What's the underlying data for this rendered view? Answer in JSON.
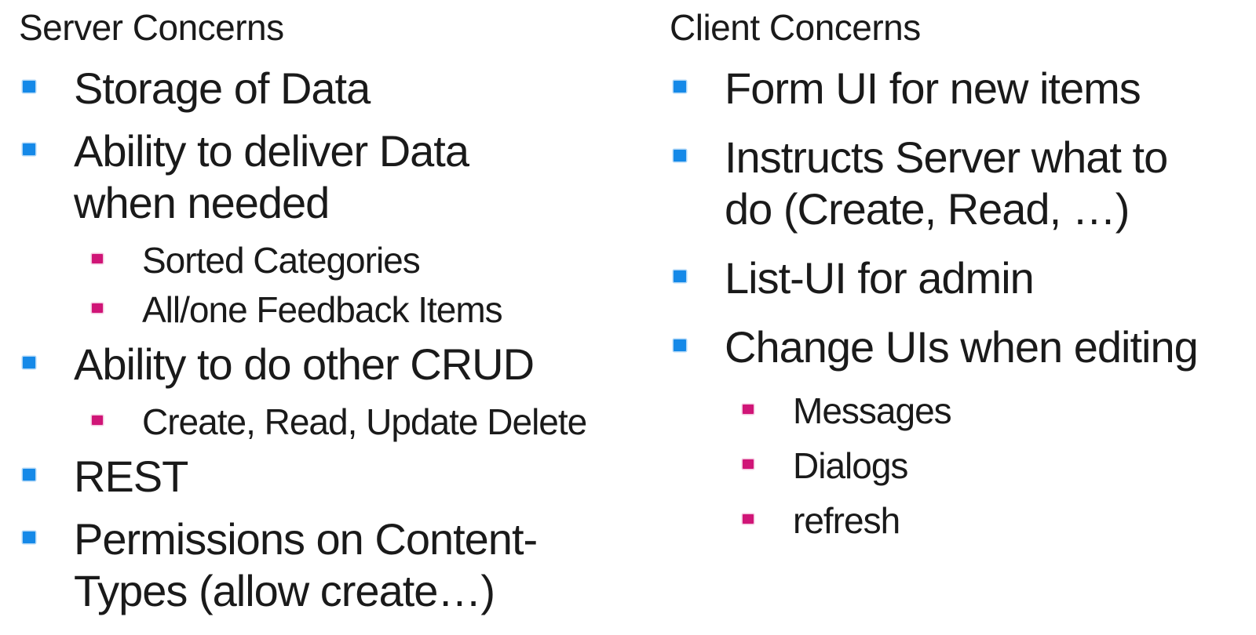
{
  "slide": {
    "background": "#ffffff"
  },
  "colors": {
    "text": "#1a1a1a",
    "bullet_level1": "#1589e8",
    "bullet_level2": "#d01577"
  },
  "icons": {
    "level1_bullet": "blue-square-bullet-icon",
    "level2_bullet": "pink-square-bullet-icon"
  },
  "columns": [
    {
      "heading": "Server Concerns",
      "items": [
        {
          "level": 1,
          "text": "Storage of Data"
        },
        {
          "level": 1,
          "text": "Ability to deliver Data\nwhen needed"
        },
        {
          "level": 2,
          "text": "Sorted Categories"
        },
        {
          "level": 2,
          "text": "All/one Feedback Items"
        },
        {
          "level": 1,
          "text": "Ability to do other CRUD"
        },
        {
          "level": 2,
          "text": "Create, Read, Update Delete"
        },
        {
          "level": 1,
          "text": "REST"
        },
        {
          "level": 1,
          "text": "Permissions on Content-\nTypes (allow create…)"
        }
      ]
    },
    {
      "heading": "Client Concerns",
      "items": [
        {
          "level": 1,
          "text": "Form UI for new items"
        },
        {
          "level": 1,
          "text": "Instructs Server what to\ndo (Create, Read, …)"
        },
        {
          "level": 1,
          "text": "List-UI for admin"
        },
        {
          "level": 1,
          "text": "Change UIs when editing"
        },
        {
          "level": 2,
          "text": "Messages"
        },
        {
          "level": 2,
          "text": "Dialogs"
        },
        {
          "level": 2,
          "text": "refresh"
        }
      ]
    }
  ]
}
